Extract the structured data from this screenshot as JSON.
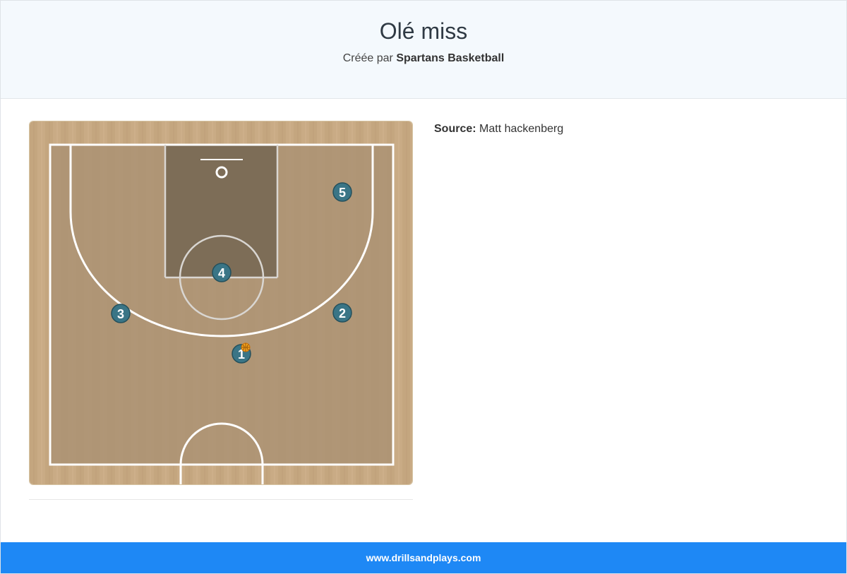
{
  "header": {
    "title": "Olé miss",
    "created_by_prefix": "Créée par",
    "author": "Spartans Basketball"
  },
  "details": {
    "source_label": "Source:",
    "source_value": "Matt hackenberg"
  },
  "court": {
    "players": [
      {
        "label": "1",
        "has_ball": true
      },
      {
        "label": "2",
        "has_ball": false
      },
      {
        "label": "3",
        "has_ball": false
      },
      {
        "label": "4",
        "has_ball": false
      },
      {
        "label": "5",
        "has_ball": false
      }
    ],
    "colors": {
      "floor": "#c9ab85",
      "lane": "#7a6a55",
      "player": "#3a7586",
      "lines": "#ffffff"
    }
  },
  "footer": {
    "site": "www.drillsandplays.com"
  },
  "colors": {
    "header_bg": "#f4f9fd",
    "footer_bg": "#1e88f5"
  }
}
